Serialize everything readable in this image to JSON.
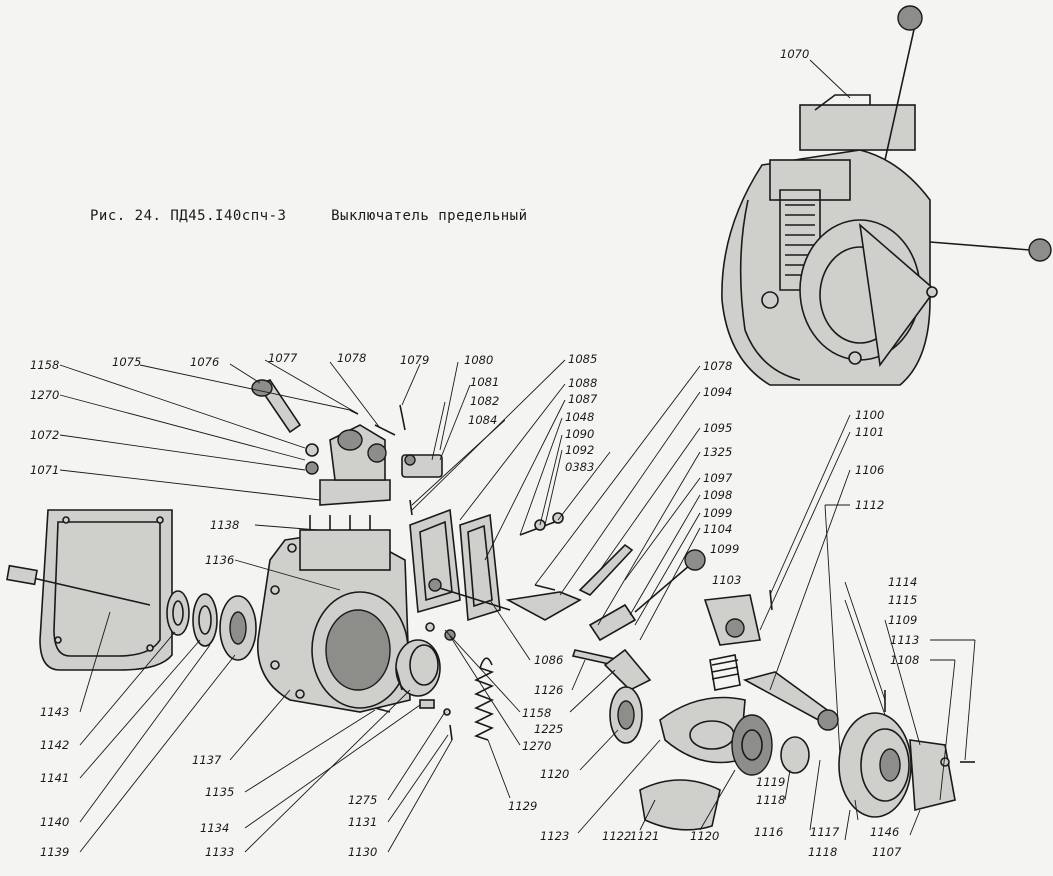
{
  "caption": {
    "figure": "Рис. 24.",
    "code": "ПД45.I40спч-3",
    "title": "Выключатель предельный"
  },
  "callouts": [
    {
      "id": "c1158a",
      "text": "1158"
    },
    {
      "id": "c1075",
      "text": "1075"
    },
    {
      "id": "c1076",
      "text": "1076"
    },
    {
      "id": "c1077",
      "text": "1077"
    },
    {
      "id": "c1078a",
      "text": "1078"
    },
    {
      "id": "c1079",
      "text": "1079"
    },
    {
      "id": "c1080",
      "text": "1080"
    },
    {
      "id": "c1081",
      "text": "1081"
    },
    {
      "id": "c1082",
      "text": "1082"
    },
    {
      "id": "c1084",
      "text": "1084"
    },
    {
      "id": "c1085",
      "text": "1085"
    },
    {
      "id": "c1088",
      "text": "1088"
    },
    {
      "id": "c1087",
      "text": "1087"
    },
    {
      "id": "c1048",
      "text": "1048"
    },
    {
      "id": "c1090",
      "text": "1090"
    },
    {
      "id": "c1092",
      "text": "1092"
    },
    {
      "id": "c0383",
      "text": "0383"
    },
    {
      "id": "c1078b",
      "text": "1078"
    },
    {
      "id": "c1094",
      "text": "1094"
    },
    {
      "id": "c1095",
      "text": "1095"
    },
    {
      "id": "c1325",
      "text": "1325"
    },
    {
      "id": "c1097",
      "text": "1097"
    },
    {
      "id": "c1098",
      "text": "1098"
    },
    {
      "id": "c1099a",
      "text": "1099"
    },
    {
      "id": "c1104",
      "text": "1104"
    },
    {
      "id": "c1099b",
      "text": "1099"
    },
    {
      "id": "c1103",
      "text": "1103"
    },
    {
      "id": "c1100",
      "text": "1100"
    },
    {
      "id": "c1101",
      "text": "1101"
    },
    {
      "id": "c1106",
      "text": "1106"
    },
    {
      "id": "c1112",
      "text": "1112"
    },
    {
      "id": "c1114",
      "text": "1114"
    },
    {
      "id": "c1115",
      "text": "1115"
    },
    {
      "id": "c1109",
      "text": "1109"
    },
    {
      "id": "c1113",
      "text": "1113"
    },
    {
      "id": "c1108",
      "text": "1108"
    },
    {
      "id": "c1270a",
      "text": "1270"
    },
    {
      "id": "c1072",
      "text": "1072"
    },
    {
      "id": "c1071",
      "text": "1071"
    },
    {
      "id": "c1138",
      "text": "1138"
    },
    {
      "id": "c1136",
      "text": "1136"
    },
    {
      "id": "c1143",
      "text": "1143"
    },
    {
      "id": "c1142",
      "text": "1142"
    },
    {
      "id": "c1141",
      "text": "1141"
    },
    {
      "id": "c1140",
      "text": "1140"
    },
    {
      "id": "c1139",
      "text": "1139"
    },
    {
      "id": "c1137",
      "text": "1137"
    },
    {
      "id": "c1135",
      "text": "1135"
    },
    {
      "id": "c1134",
      "text": "1134"
    },
    {
      "id": "c1133",
      "text": "1133"
    },
    {
      "id": "c1275",
      "text": "1275"
    },
    {
      "id": "c1131",
      "text": "1131"
    },
    {
      "id": "c1130",
      "text": "1130"
    },
    {
      "id": "c1129",
      "text": "1129"
    },
    {
      "id": "c1270b",
      "text": "1270"
    },
    {
      "id": "c1158b",
      "text": "1158"
    },
    {
      "id": "c1225",
      "text": "1225"
    },
    {
      "id": "c1086",
      "text": "1086"
    },
    {
      "id": "c1126",
      "text": "1126"
    },
    {
      "id": "c1120a",
      "text": "1120"
    },
    {
      "id": "c1123",
      "text": "1123"
    },
    {
      "id": "c1122",
      "text": "1122"
    },
    {
      "id": "c1121",
      "text": "1121"
    },
    {
      "id": "c1120b",
      "text": "1120"
    },
    {
      "id": "c1119",
      "text": "1119"
    },
    {
      "id": "c1118a",
      "text": "1118"
    },
    {
      "id": "c1116",
      "text": "1116"
    },
    {
      "id": "c1117",
      "text": "1117"
    },
    {
      "id": "c1118b",
      "text": "1118"
    },
    {
      "id": "c1146",
      "text": "1146"
    },
    {
      "id": "c1107",
      "text": "1107"
    },
    {
      "id": "c1070",
      "text": "1070"
    }
  ]
}
